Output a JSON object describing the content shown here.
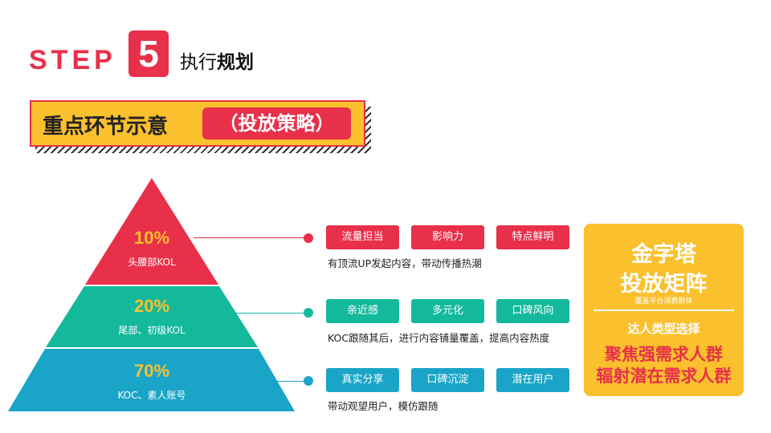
{
  "header": {
    "step_word": "STEP",
    "step_number": "5",
    "title_prefix": "执行",
    "title_bold": "规划"
  },
  "banner": {
    "title": "重点环节示意",
    "pill": "（投放策略）"
  },
  "colors": {
    "red": "#e8304a",
    "teal": "#14b99c",
    "blue": "#1aa5c8",
    "yellow": "#fbc02d"
  },
  "pyramid": {
    "tiers": [
      {
        "percent": "10%",
        "label": "头腰部KOL"
      },
      {
        "percent": "20%",
        "label": "尾部、初级KOL"
      },
      {
        "percent": "70%",
        "label": "KOC、素人账号"
      }
    ]
  },
  "rows": [
    {
      "tags": [
        "流量担当",
        "影响力",
        "特点鲜明"
      ],
      "desc": "有顶流UP发起内容，带动传播热潮"
    },
    {
      "tags": [
        "亲近感",
        "多元化",
        "口碑风向"
      ],
      "desc": "KOC跟随其后，进行内容铺量覆盖，提高内容热度"
    },
    {
      "tags": [
        "真实分享",
        "口碑沉淀",
        "潜在用户"
      ],
      "desc": "带动观望用户，模仿跟随"
    }
  ],
  "panel": {
    "title_line1": "金字塔",
    "title_line2": "投放矩阵",
    "subtitle": "覆盖平台消费群体",
    "heading": "达人类型选择",
    "line1": "聚焦强需求人群",
    "line2": "辐射潜在需求人群"
  }
}
